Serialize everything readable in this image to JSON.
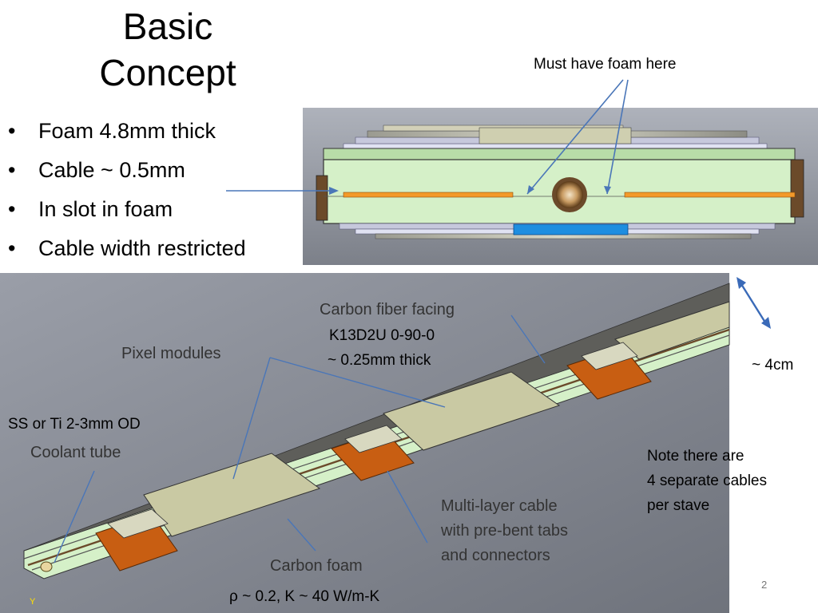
{
  "slide": {
    "title_line1": "Basic",
    "title_line2": "Concept",
    "bullets": [
      {
        "text": "Foam 4.8mm thick"
      },
      {
        "text": "Cable ~ 0.5mm"
      },
      {
        "text": "In slot in foam"
      },
      {
        "text": "Cable width restricted"
      }
    ],
    "slide_number": "2"
  },
  "cross_section": {
    "annotation": "Must have foam here"
  },
  "stave": {
    "carbon_fiber_label": "Carbon fiber facing",
    "carbon_fiber_spec1": "K13D2U 0-90-0",
    "carbon_fiber_spec2": "~ 0.25mm thick",
    "pixel_modules_label": "Pixel modules",
    "coolant_spec": "SS or Ti 2-3mm OD",
    "coolant_label": "Coolant tube",
    "multilayer_line1": "Multi-layer cable",
    "multilayer_line2": "with pre-bent tabs",
    "multilayer_line3": "and connectors",
    "carbon_foam_label": "Carbon foam",
    "carbon_foam_spec": "ρ ~ 0.2, K ~ 40 W/m-K",
    "width_label": "~ 4cm",
    "note_line1": "Note there are",
    "note_line2": "4 separate cables",
    "note_line3": "per stave",
    "axis_label": "Y"
  },
  "colors": {
    "foam_green": "#d5f0c8",
    "cable_orange": "#f39a2a",
    "module_khaki": "#c9c9a3",
    "connector_orange": "#c85e12",
    "arrow_blue": "#4a76b8",
    "sky_gray": "#8a8e98"
  }
}
